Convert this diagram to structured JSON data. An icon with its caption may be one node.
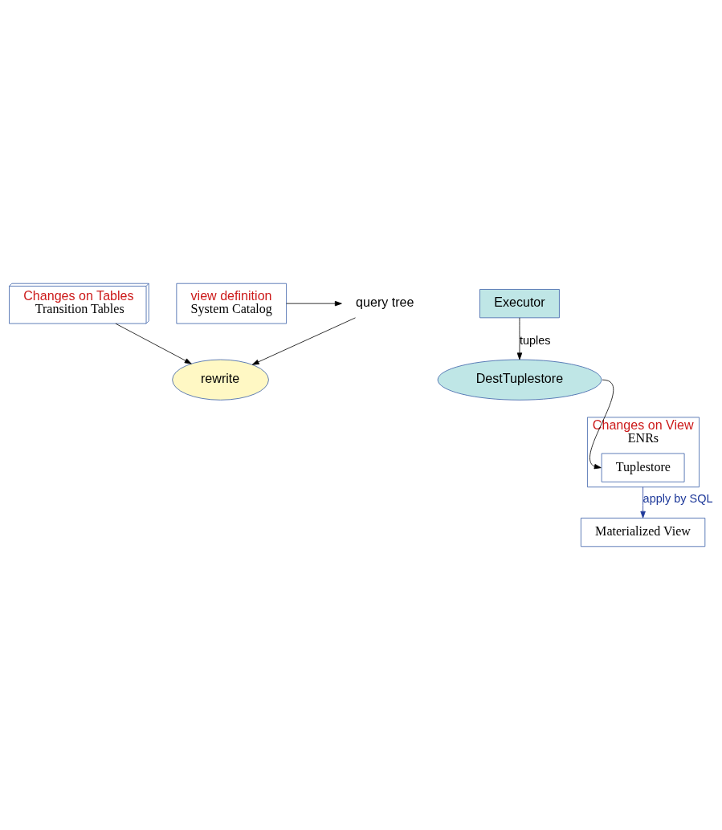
{
  "diagram": {
    "nodes": [
      {
        "text": [
          "query tree"
        ]
      },
      {
        "text": [
          "view definition",
          "System Catalog"
        ]
      },
      {
        "text": [
          "rewrite"
        ]
      },
      {
        "text": [
          "Changes on Tables",
          "Transition Tables"
        ]
      },
      {
        "text": [
          "Executor"
        ]
      },
      {
        "text": [
          "DestTuplestore"
        ]
      },
      {
        "text": [
          "Changes on View",
          "ENRs"
        ]
      },
      {
        "text": [
          "Tuplestore"
        ],
        "in": 6
      },
      {
        "text": [
          "Materialized View"
        ]
      }
    ],
    "edges": [
      {
        "from": 1,
        "to": 0,
        "arrow": "to"
      },
      {
        "from": 0,
        "to": 2,
        "arrow": "to"
      },
      {
        "from": 3,
        "to": 2,
        "arrow": "to"
      },
      {
        "from": 4,
        "to": 5,
        "arrow": "to",
        "label": "tuples"
      },
      {
        "from": 5,
        "to": 7,
        "arrow": "to"
      },
      {
        "from": 6,
        "to": 8,
        "arrow": "to",
        "label": "apply by SQL",
        "color": "#1f3a9a"
      }
    ]
  }
}
